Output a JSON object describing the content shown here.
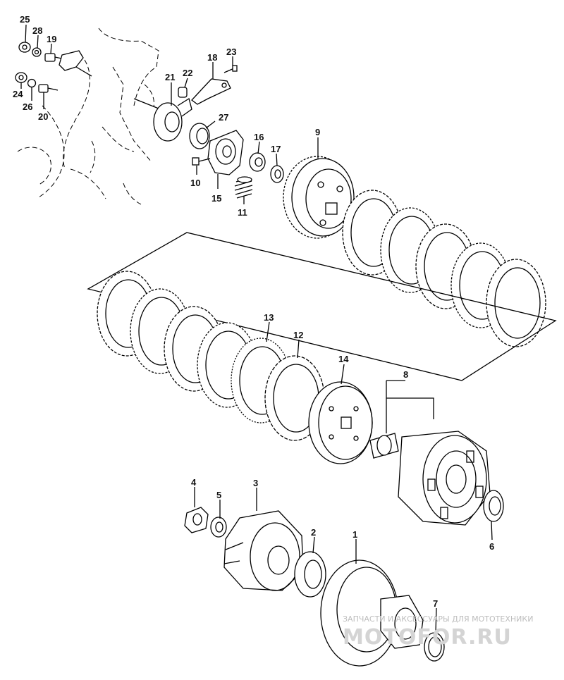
{
  "callouts": [
    "1",
    "2",
    "3",
    "4",
    "5",
    "6",
    "7",
    "8",
    "9",
    "10",
    "11",
    "12",
    "13",
    "14",
    "15",
    "16",
    "17",
    "18",
    "19",
    "20",
    "21",
    "22",
    "23",
    "24",
    "25",
    "26",
    "27",
    "28"
  ],
  "watermark": {
    "line1": "ЗАПЧАСТИ И АКСЕССУАРЫ ДЛЯ МОТОТЕХНИКИ",
    "line2": "MOTOFOR.RU"
  }
}
